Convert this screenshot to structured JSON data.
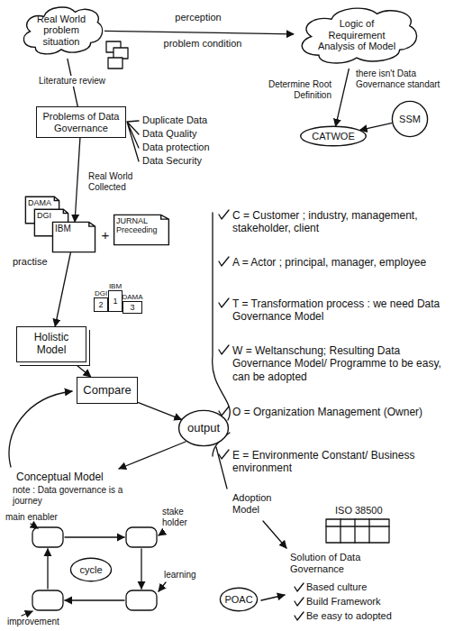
{
  "diagram": {
    "nodes": [
      {
        "text": [
          "Real World problem situation"
        ]
      },
      {
        "text": [
          "Logic of Requirement Analysis of Model"
        ]
      },
      {
        "text": [
          "SSM"
        ]
      },
      {
        "text": [
          "CATWOE"
        ]
      },
      {
        "text": [
          "Problems of Data Governance"
        ]
      },
      {
        "text": [
          "DAMA"
        ]
      },
      {
        "text": [
          "DGI"
        ]
      },
      {
        "text": [
          "IBM"
        ]
      },
      {
        "text": [
          "JURNAL Preceeding"
        ]
      },
      {
        "text": [
          "Holistic Model"
        ]
      },
      {
        "text": [
          "DGI",
          "2"
        ]
      },
      {
        "text": [
          "IBM",
          "1"
        ]
      },
      {
        "text": [
          "DAMA",
          "3"
        ]
      },
      {
        "text": [
          "Compare"
        ]
      },
      {
        "text": [
          "output"
        ]
      },
      {
        "text": [
          "cycle"
        ]
      },
      {
        "text": [
          "POAC"
        ]
      }
    ],
    "edges": [
      {
        "from": 0,
        "to": 1,
        "arrow": "to",
        "label": "perception"
      },
      {
        "from": 1,
        "to": 3,
        "arrow": "to",
        "label": "Determine Root Definition"
      },
      {
        "from": 2,
        "to": 3,
        "arrow": "to"
      },
      {
        "from": 0,
        "to": 4,
        "arrow": "none",
        "label": "Literature review"
      },
      {
        "from": 4,
        "to": 7,
        "arrow": "to",
        "label": "Real World Collected"
      },
      {
        "from": 7,
        "to": 9,
        "arrow": "to"
      },
      {
        "from": 9,
        "to": 13,
        "arrow": "to"
      },
      {
        "from": 13,
        "to": 14,
        "arrow": "to"
      }
    ],
    "labels": [
      "problem condition",
      "there isn't Data Governance standart",
      "Duplicate Data",
      "Data Quality",
      "Data protection",
      "Data Security",
      "practise",
      "+",
      "C = Customer ; industry, management, stakeholder, client",
      "A = Actor ; principal, manager, employee",
      "T = Transformation process : we need Data Governance Model",
      "W = Weltanschung; Resulting Data Governance Model/ Programme to be easy, can be adopted",
      "O = Organization Management (Owner)",
      "E = Environmente Constant/ Business environment",
      "Conceptual Model",
      "note : Data governance is a journey",
      "main enabler",
      "stake holder",
      "learning",
      "improvement",
      "Adoption Model",
      "ISO 38500",
      "Solution of Data Governance",
      "Based culture",
      "Build Framework",
      "Be easy to adopted"
    ]
  }
}
